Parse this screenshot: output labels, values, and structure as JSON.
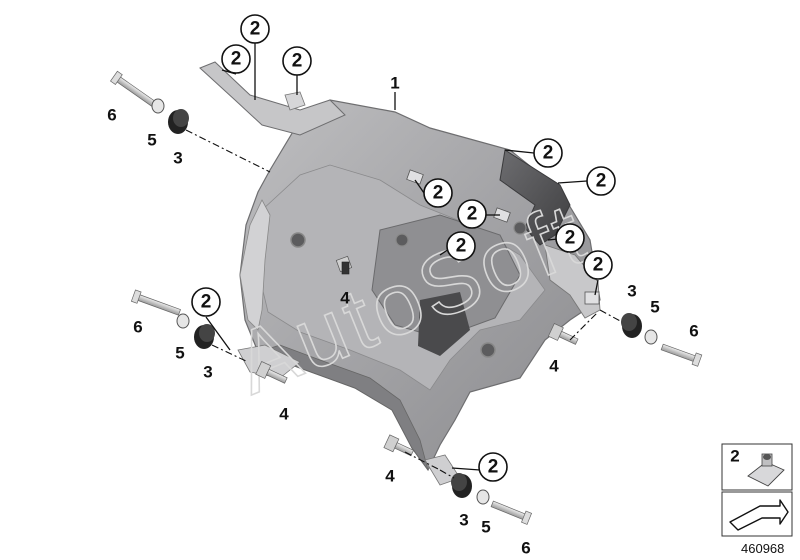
{
  "callouts": {
    "frame": "1",
    "nut": "2",
    "rubber_mount": "3",
    "screw": "4",
    "washer": "5",
    "bolt": "6"
  },
  "watermark": "AutoSoft",
  "legend": {
    "part_number": "2"
  },
  "diagram_id": "460968"
}
